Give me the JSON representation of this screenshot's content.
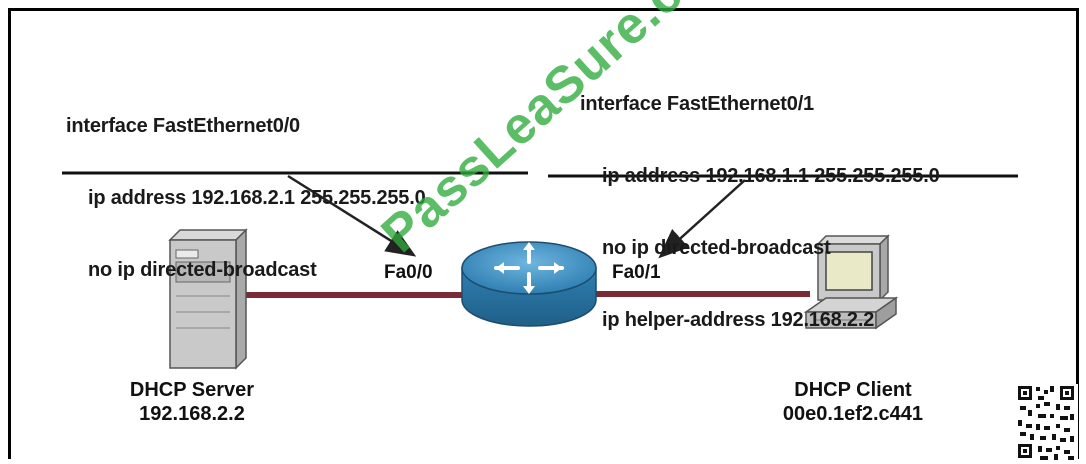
{
  "left_config": {
    "lines": [
      "interface FastEthernet0/0",
      "ip address 192.168.2.1 255.255.255.0",
      "no ip directed-broadcast"
    ]
  },
  "right_config": {
    "lines": [
      "interface FastEthernet0/1",
      "ip address 192.168.1.1 255.255.255.0",
      "no ip directed-broadcast",
      "ip helper-address 192.168.2.2"
    ]
  },
  "ports": {
    "left": "Fa0/0",
    "right": "Fa0/1"
  },
  "server": {
    "name": "DHCP Server",
    "ip": "192.168.2.2"
  },
  "client": {
    "name": "DHCP Client",
    "mac": "00e0.1ef2.c441"
  },
  "watermark": "PassLeaSure.com",
  "colors": {
    "link": "#7a2a35",
    "router": "#3f8fc0",
    "watermark": "#2eaa3c"
  },
  "icons": [
    "server-icon",
    "router-icon",
    "computer-icon",
    "qr-code-icon"
  ]
}
